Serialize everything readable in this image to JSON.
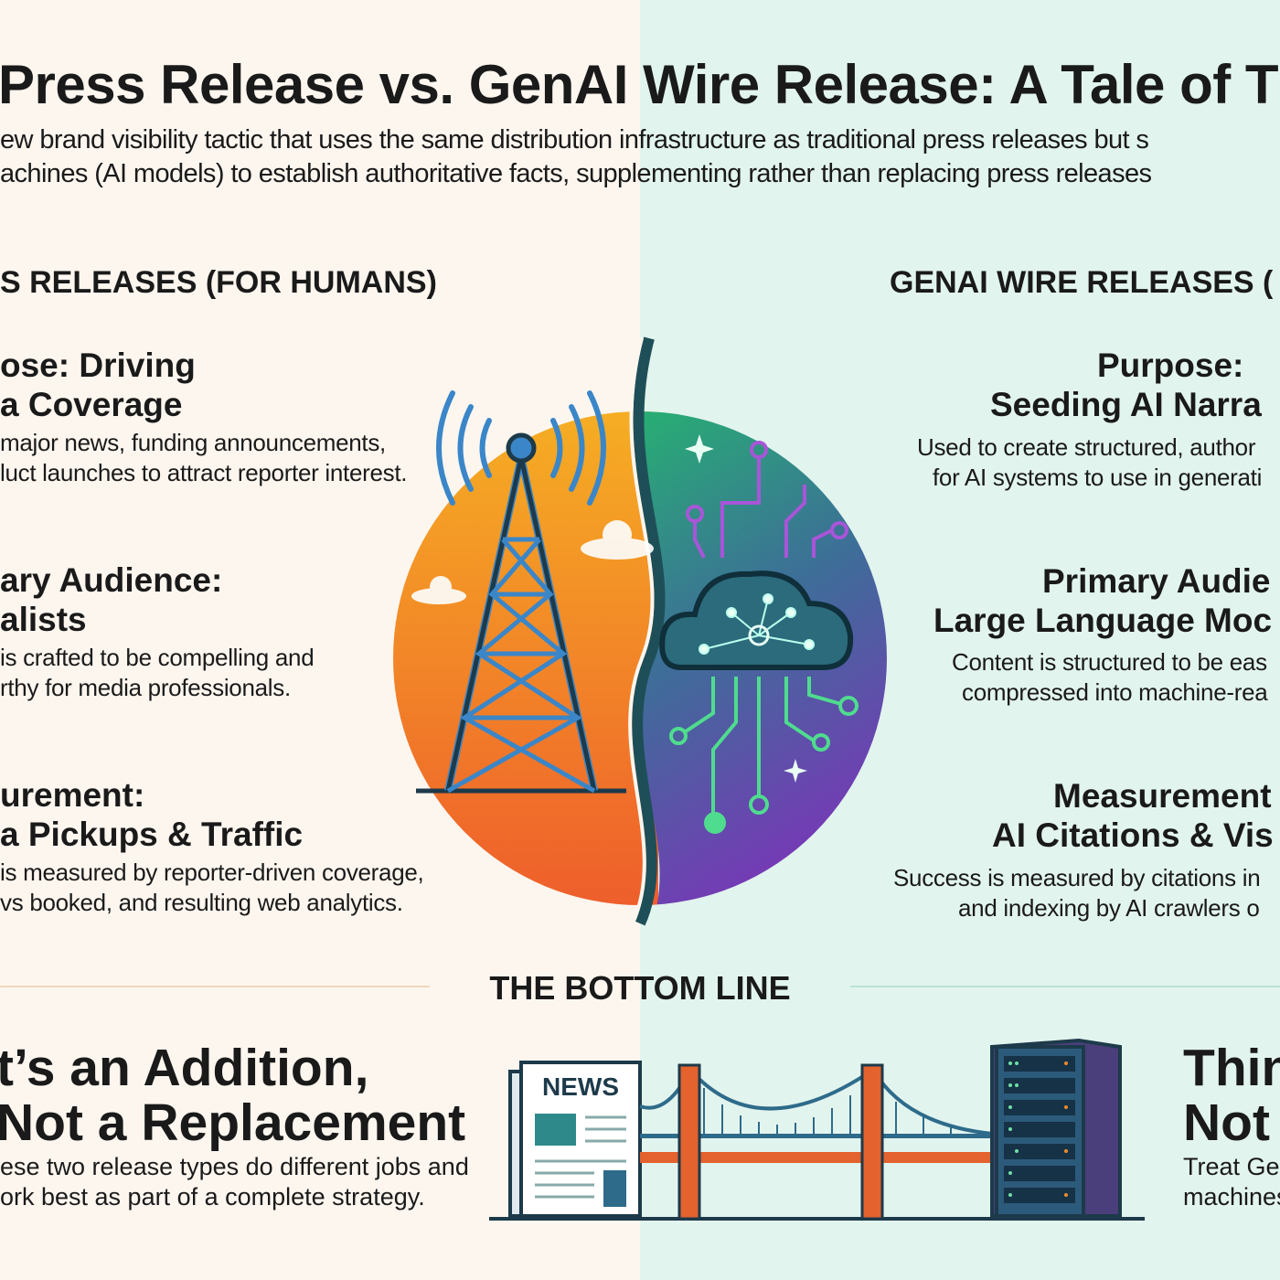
{
  "title": "Press Release vs. GenAI Wire Release: A Tale of T",
  "subtitle": [
    "ew brand visibility tactic that uses the same distribution infrastructure as traditional press releases but s",
    "achines (AI models) to establish authoritative facts, supplementing rather than replacing press releases"
  ],
  "left": {
    "header": "S RELEASES (FOR HUMANS)",
    "items": [
      {
        "heading": [
          "ose: Driving",
          "a Coverage"
        ],
        "body": [
          " major news, funding announcements,",
          "luct launches to attract reporter interest."
        ]
      },
      {
        "heading": [
          "ary Audience:",
          "alists"
        ],
        "body": [
          "is crafted to be compelling and",
          "rthy for media professionals."
        ]
      },
      {
        "heading": [
          "urement:",
          "a Pickups & Traffic"
        ],
        "body": [
          " is measured by reporter-driven coverage,",
          "vs booked, and resulting web analytics."
        ]
      }
    ]
  },
  "right": {
    "header": "GENAI WIRE RELEASES (",
    "items": [
      {
        "heading": [
          "Purpose:",
          "Seeding AI Narra"
        ],
        "body": [
          "Used to create structured, author",
          "for AI systems to use in generati"
        ]
      },
      {
        "heading": [
          "Primary Audie",
          "Large Language Moc"
        ],
        "body": [
          "Content is structured to be eas",
          "compressed into machine-rea"
        ]
      },
      {
        "heading": [
          "Measurement",
          "AI Citations & Vis"
        ],
        "body": [
          "Success is measured by citations in",
          "and indexing by AI crawlers o"
        ]
      }
    ]
  },
  "bottom": {
    "header": "THE BOTTOM LINE",
    "left": {
      "heading": [
        "t’s an Addition,",
        "Not a Replacement"
      ],
      "body": [
        "ese two release types do different jobs and",
        "ork best as part of a complete strategy."
      ]
    },
    "right": {
      "heading": [
        "Thin",
        "Not "
      ],
      "body": [
        "Treat Gen",
        "machines"
      ]
    },
    "news_label": "NEWS"
  },
  "colors": {
    "left_bg": "#fdf6ef",
    "right_bg": "#e2f4ee",
    "orange": "#f08a2a",
    "green": "#2bb673",
    "purple": "#7b3fb5"
  }
}
